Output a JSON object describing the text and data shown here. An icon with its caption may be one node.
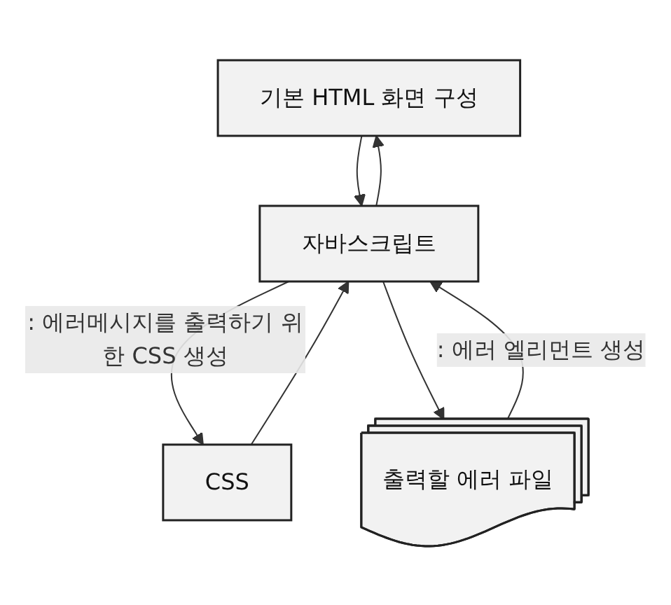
{
  "diagram": {
    "nodes": [
      {
        "text": [
          "기본 HTML 화면 구성"
        ]
      },
      {
        "text": [
          "자바스크립트"
        ]
      },
      {
        "text": [
          "CSS"
        ]
      },
      {
        "text": [
          "출력할 에러 파일"
        ]
      }
    ],
    "edges": [
      {
        "from": 0,
        "to": 1,
        "arrow": "to"
      },
      {
        "from": 1,
        "to": 0,
        "arrow": "to"
      },
      {
        "from": 1,
        "to": 2,
        "arrow": "to",
        "label": ": 에러메시지를 출력하기 위한 CSS 생성"
      },
      {
        "from": 2,
        "to": 1,
        "arrow": "to"
      },
      {
        "from": 1,
        "to": 3,
        "arrow": "to"
      },
      {
        "from": 3,
        "to": 1,
        "arrow": "to",
        "label": ": 에러 엘리먼트 생성"
      }
    ]
  }
}
